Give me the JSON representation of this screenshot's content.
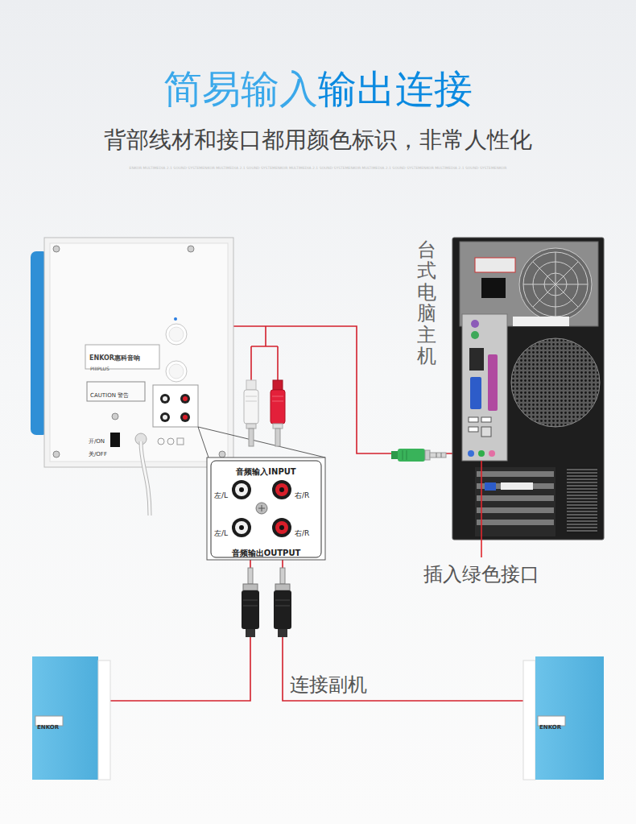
{
  "diagram": {
    "title": "简易输入输出连接",
    "nodes": [
      {
        "text": [
          "ENKOR惠科音响",
          "PIIIPLUS",
          "CAUTION 警告",
          "开/ON",
          "关/OFF"
        ]
      },
      {
        "text": [
          "音频输入INPUT",
          "左/L",
          "右/R",
          "左/L",
          "右/R",
          "音频输出OUTPUT"
        ]
      },
      {
        "text": [
          "台式电脑主机"
        ]
      },
      {
        "text": [
          "ENKOR"
        ]
      },
      {
        "text": [
          "ENKOR"
        ]
      }
    ],
    "edges": [
      {
        "from": 0,
        "to": 2,
        "arrow": "none"
      },
      {
        "from": 1,
        "to": 3,
        "arrow": "none"
      },
      {
        "from": 1,
        "to": 4,
        "arrow": "none",
        "label": "连接副机"
      }
    ],
    "labels": [
      "背部线材和接口都用颜色标识，非常人性化",
      "ENKOR MULTIMEDIA 2.1 SOUND SYSTEMENKOR MULTIMEDIA 2.1 SOUND SYSTEMENKOR MULTIMEDIA 2.1 SOUND SYSTEMENKOR MULTIMEDIA 2.1 SOUND SYSTEMENKOR MULTIMEDIA 2.1 SOUND SYSTEMENKOR",
      "插入绿色接口"
    ]
  }
}
